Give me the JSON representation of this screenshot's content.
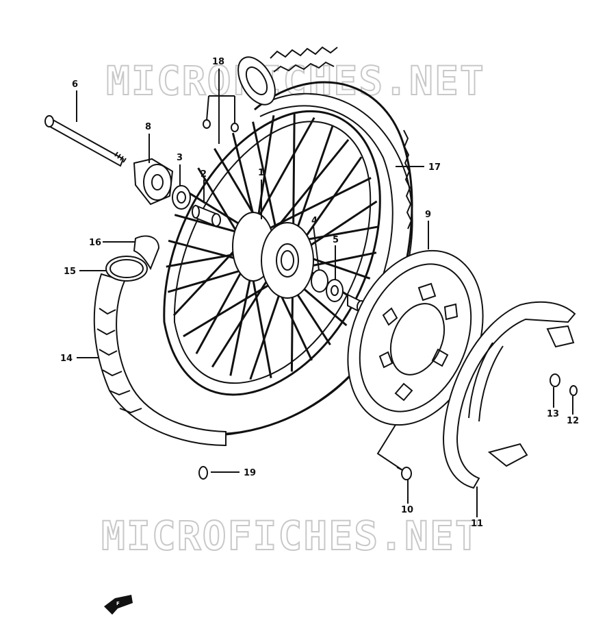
{
  "watermark": {
    "top": "MICROFICHES.NET",
    "bottom": "MICROFICHES.NET"
  },
  "callouts": {
    "c1": "1",
    "c2": "2",
    "c3": "3",
    "c4": "4",
    "c5": "5",
    "c6": "6",
    "c8": "8",
    "c9": "9",
    "c10": "10",
    "c11": "11",
    "c12": "12",
    "c13": "13",
    "c14": "14",
    "c15": "15",
    "c16": "16",
    "c17": "17",
    "c18": "18",
    "c19": "19"
  },
  "direction_arrow": {
    "icon": "front-direction-arrow-icon"
  }
}
